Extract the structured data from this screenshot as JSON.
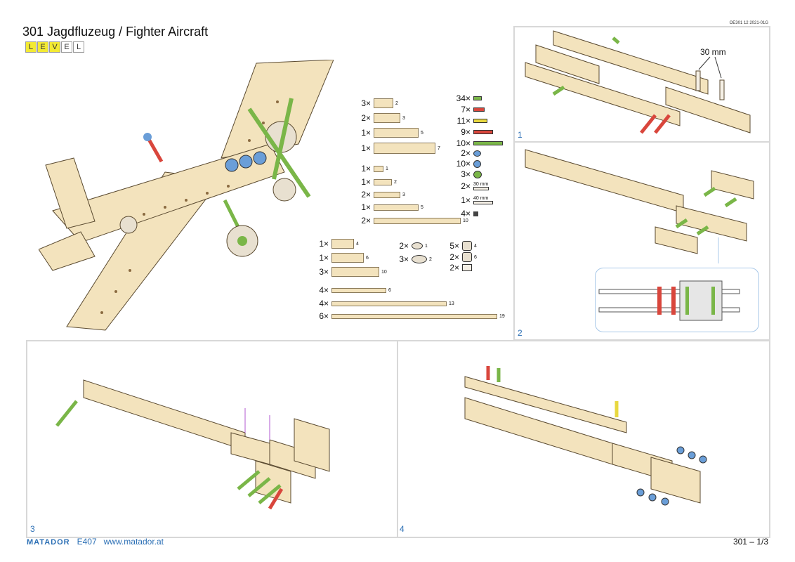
{
  "header": {
    "title": "301 Jagdfluzeug / Fighter Aircraft",
    "level_letters": [
      "L",
      "E",
      "V",
      "E",
      "L"
    ],
    "level_active": 3,
    "doc_number": "OE301 12 2021-01G"
  },
  "parts_left": [
    {
      "qty": "3×",
      "idx": "2"
    },
    {
      "qty": "2×",
      "idx": "3"
    },
    {
      "qty": "1×",
      "idx": "5"
    },
    {
      "qty": "1×",
      "idx": "7"
    },
    {
      "qty": "1×",
      "idx": "1"
    },
    {
      "qty": "1×",
      "idx": "2"
    },
    {
      "qty": "2×",
      "idx": "3"
    },
    {
      "qty": "1×",
      "idx": "5"
    },
    {
      "qty": "2×",
      "idx": "10"
    }
  ],
  "parts_right": [
    {
      "qty": "34×",
      "color": "#7ab648"
    },
    {
      "qty": "7×",
      "color": "#d9463c"
    },
    {
      "qty": "11×",
      "color": "#e8d840"
    },
    {
      "qty": "9×",
      "color": "#d9463c"
    },
    {
      "qty": "10×",
      "color": "#7ab648"
    },
    {
      "qty": "2×",
      "color": "#6a9ed8"
    },
    {
      "qty": "10×",
      "color": "#6a9ed8"
    },
    {
      "qty": "3×",
      "color": "#7ab648"
    },
    {
      "qty": "2×",
      "mm": "30 mm"
    },
    {
      "qty": "1×",
      "mm": "40 mm"
    },
    {
      "qty": "4×",
      "color": "#444444"
    }
  ],
  "parts_bottom": [
    {
      "qty": "1×",
      "idx": "4"
    },
    {
      "qty": "1×",
      "idx": "6"
    },
    {
      "qty": "3×",
      "idx": "10"
    },
    {
      "qty": "4×",
      "idx": "6"
    },
    {
      "qty": "4×",
      "idx": "13"
    },
    {
      "qty": "6×",
      "idx": "19"
    }
  ],
  "parts_wheels": [
    {
      "qty": "2×",
      "idx": "1"
    },
    {
      "qty": "3×",
      "idx": "2"
    },
    {
      "qty": "5×",
      "idx": "4"
    },
    {
      "qty": "2×",
      "idx": "6"
    },
    {
      "qty": "2×",
      "idx": ""
    }
  ],
  "steps": {
    "s1": "1",
    "s1_callout": "30 mm",
    "s2": "2",
    "s3": "3",
    "s4": "4"
  },
  "footer": {
    "brand": "MATADOR",
    "code": "E407",
    "url": "www.matador.at",
    "page": "301 – 1/3"
  }
}
